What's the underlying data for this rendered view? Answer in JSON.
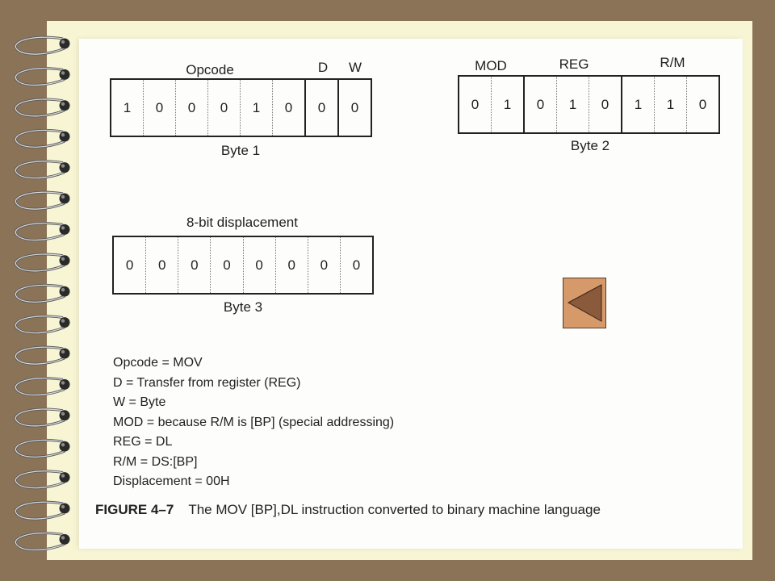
{
  "byte1": {
    "headers": {
      "opcode": "Opcode",
      "d": "D",
      "w": "W"
    },
    "bits": [
      "1",
      "0",
      "0",
      "0",
      "1",
      "0",
      "0",
      "0"
    ],
    "caption": "Byte 1"
  },
  "byte2": {
    "headers": {
      "mod": "MOD",
      "reg": "REG",
      "rm": "R/M"
    },
    "bits": [
      "0",
      "1",
      "0",
      "1",
      "0",
      "1",
      "1",
      "0"
    ],
    "caption": "Byte 2"
  },
  "byte3": {
    "header": "8-bit displacement",
    "bits": [
      "0",
      "0",
      "0",
      "0",
      "0",
      "0",
      "0",
      "0"
    ],
    "caption": "Byte 3"
  },
  "legend": [
    "Opcode = MOV",
    "D = Transfer from register (REG)",
    "W = Byte",
    "MOD = because R/M is [BP] (special addressing)",
    "REG = DL",
    "R/M = DS:[BP]",
    "Displacement = 00H"
  ],
  "figure": {
    "number": "FIGURE 4–7",
    "title": "The MOV [BP],DL instruction converted to binary machine language"
  },
  "nav": {
    "icon": "triangle-left-icon"
  },
  "colors": {
    "background": "#8b7358",
    "slide": "#f7f5d4",
    "button": "#d69a6a",
    "button_arrow": "#8b5a3c"
  }
}
